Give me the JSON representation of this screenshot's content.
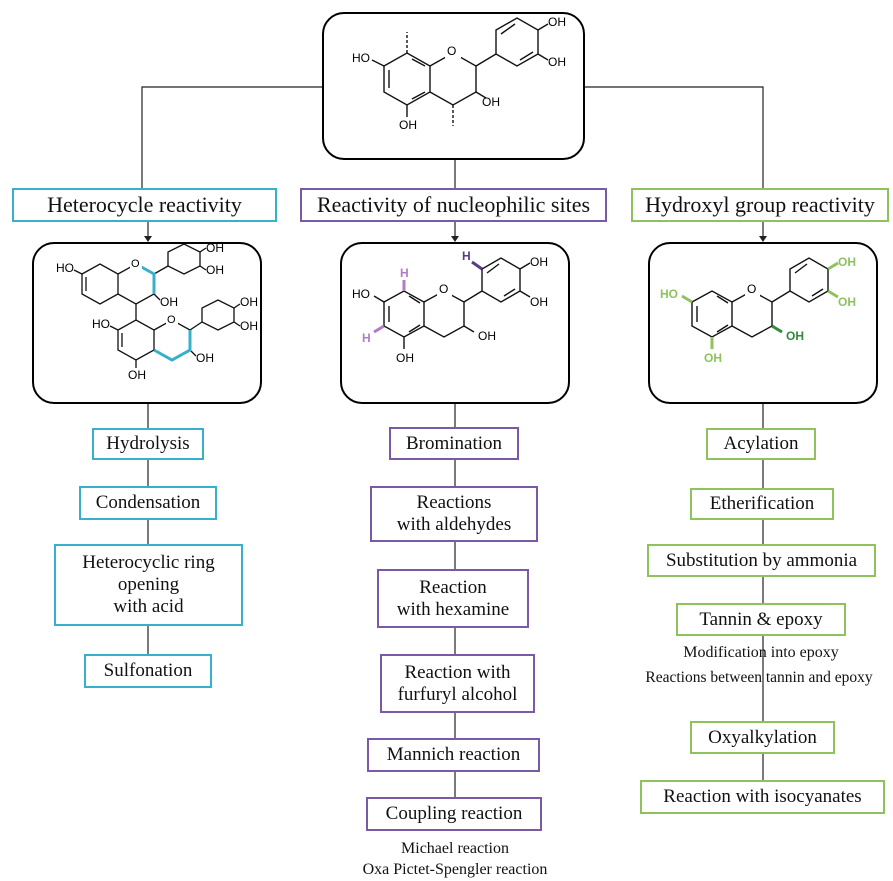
{
  "columns": {
    "left": {
      "header": "Heterocycle reactivity",
      "items": [
        "Hydrolysis",
        "Condensation",
        "Heterocyclic ring\nopening\nwith acid",
        "Sulfonation"
      ]
    },
    "middle": {
      "header": "Reactivity of nucleophilic sites",
      "items": [
        "Bromination",
        "Reactions\nwith aldehydes",
        "Reaction\nwith hexamine",
        "Reaction with\nfurfuryl alcohol",
        "Mannich reaction",
        "Coupling reaction"
      ],
      "notes": [
        "Michael reaction",
        "Oxa Pictet-Spengler reaction"
      ]
    },
    "right": {
      "header": "Hydroxyl group reactivity",
      "items": [
        "Acylation",
        "Etherification",
        "Substitution by ammonia",
        "Tannin & epoxy",
        "Oxyalkylation",
        "Reaction with isocyanates"
      ],
      "notes": [
        "Modification into epoxy",
        "Reactions between tannin and epoxy"
      ]
    }
  },
  "molecule_labels": {
    "top": [
      "OH",
      "OH",
      "HO",
      "OH",
      "OH"
    ],
    "left": [
      "OH",
      "OH",
      "HO",
      "OH",
      "OH",
      "OH",
      "HO",
      "OH",
      "OH"
    ],
    "middle": [
      "H",
      "H",
      "H",
      "OH",
      "OH",
      "HO",
      "OH",
      "OH"
    ],
    "right": [
      "OH",
      "OH",
      "HO",
      "OH",
      "OH"
    ]
  },
  "colors": {
    "heterocycle": "#38b0cc",
    "nucleophilic": "#7a5aa6",
    "hydroxyl": "#8ec25a",
    "hydroxyl_dark": "#2e8b3a",
    "nucleophilic_h": "#b07cc9",
    "root": "#c9443f",
    "connector": "#222222"
  }
}
